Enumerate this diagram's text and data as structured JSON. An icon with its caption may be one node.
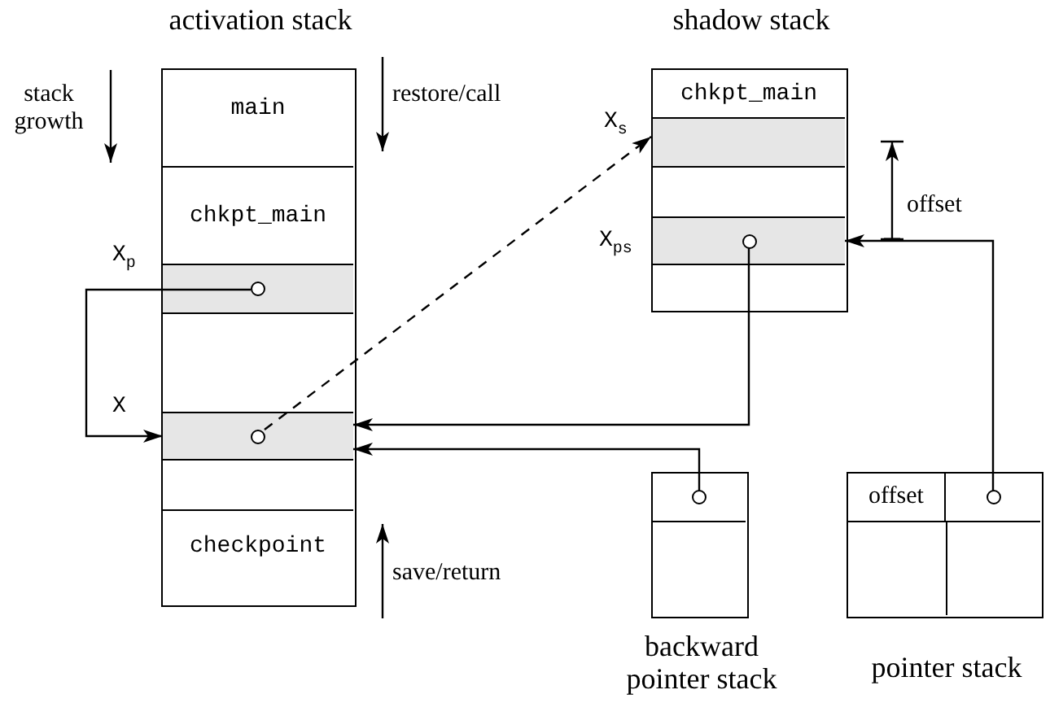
{
  "diagram": {
    "nodes": [
      {
        "text": [
          "activation stack"
        ]
      },
      {
        "text": [
          "main"
        ],
        "in": 0
      },
      {
        "text": [
          "chkpt_main"
        ],
        "in": 0
      },
      {
        "text": [],
        "shape": "box",
        "in": 0,
        "beside": [
          "X$_{p}$"
        ]
      },
      {
        "text": [],
        "shape": "box",
        "in": 0,
        "beside": [
          "X"
        ]
      },
      {
        "text": [
          "checkpoint"
        ],
        "in": 0
      },
      {
        "text": [
          "shadow stack"
        ]
      },
      {
        "text": [
          "chkpt_main"
        ],
        "in": 6
      },
      {
        "text": [],
        "shape": "box",
        "in": 6,
        "beside": [
          "X$_{s}$"
        ]
      },
      {
        "text": [],
        "shape": "box",
        "in": 6,
        "beside": [
          "X$_{ps}$"
        ]
      },
      {
        "text": [
          "backward pointer stack"
        ]
      },
      {
        "text": [],
        "shape": "box",
        "in": 10
      },
      {
        "text": [
          "pointer stack"
        ]
      },
      {
        "text": [
          "offset"
        ],
        "in": 12
      },
      {
        "text": [],
        "shape": "box",
        "in": 12
      }
    ],
    "edges": [
      {
        "from": 3,
        "to": 4,
        "arrow": "to"
      },
      {
        "from": 4,
        "to": 8,
        "arrow": "to",
        "style": "dashed"
      },
      {
        "from": 9,
        "to": 4,
        "arrow": "to"
      },
      {
        "from": 11,
        "to": 4,
        "arrow": "to"
      },
      {
        "from": 14,
        "to": 9,
        "arrow": "to"
      }
    ],
    "labels": [
      "stack growth",
      "restore/call",
      "offset",
      "save/return"
    ]
  }
}
